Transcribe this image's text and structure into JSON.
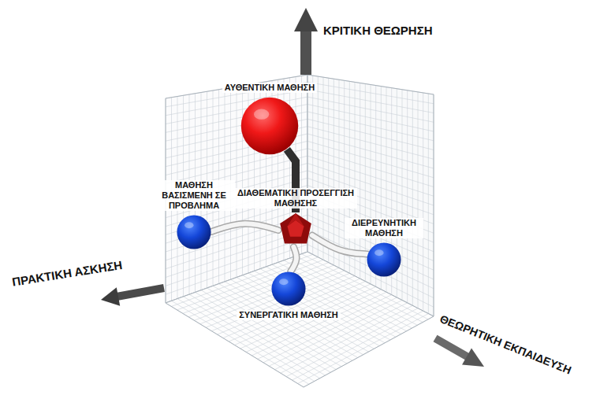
{
  "diagram": {
    "nodes": [
      {
        "text": [
          "ΑΥΘΕΝΤΙΚΗ ΜΑΘΗΣΗ"
        ]
      },
      {
        "text": [
          "ΜΑΘΗΣΗ ΒΑΣΙΣΜΕΝΗ ΣΕ ΠΡΟΒΛΗΜΑ"
        ]
      },
      {
        "text": [
          "ΔΙΑΘΕΜΑΤΙΚΗ ΠΡΟΣΕΓΓΙΣΗ ΜΑΘΗΣΗΣ"
        ]
      },
      {
        "text": [
          "ΔΙΕΡΕΥΝΗΤΙΚΗ ΜΑΘΗΣΗ"
        ]
      },
      {
        "text": [
          "ΣΥΝΕΡΓΑΤΙΚΗ ΜΑΘΗΣΗ"
        ]
      }
    ],
    "edges": [
      {
        "from": 2,
        "to": 0,
        "arrow": "none"
      },
      {
        "from": 2,
        "to": 1,
        "arrow": "none"
      },
      {
        "from": 2,
        "to": 3,
        "arrow": "none"
      },
      {
        "from": 2,
        "to": 4,
        "arrow": "none"
      }
    ],
    "labels": [
      "ΚΡΙΤΙΚΗ ΘΕΩΡΗΣΗ",
      "ΠΡΑΚΤΙΚΗ ΑΣΚΗΣΗ",
      "ΘΕΩΡΗΤΙΚΗ ΕΚΠΑΙΔΕΥΣΗ"
    ]
  }
}
